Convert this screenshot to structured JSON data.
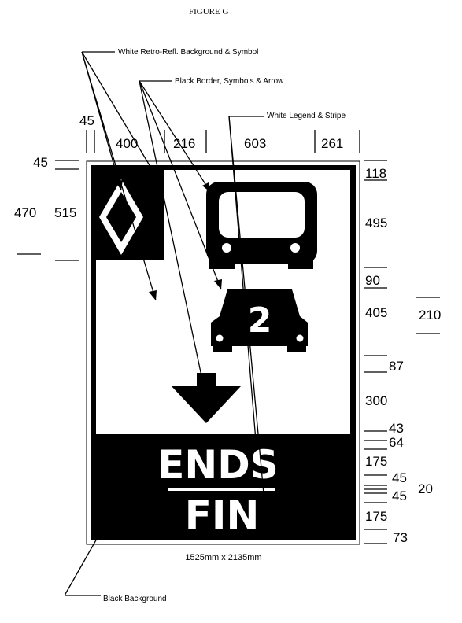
{
  "figure_title": "FIGURE G",
  "callouts": {
    "white_background": "White Retro-Refl. Background & Symbol",
    "black_border": "Black Border, Symbols & Arrow",
    "white_legend": "White Legend & Stripe",
    "black_background": "Black Background"
  },
  "dimensions_top": [
    "45",
    "400",
    "216",
    "603",
    "261"
  ],
  "dimensions_left": [
    "45",
    "470",
    "515"
  ],
  "dimensions_right": [
    "118",
    "495",
    "90",
    "405",
    "210",
    "87",
    "300",
    "43",
    "64",
    "175",
    "45",
    "20",
    "45",
    "175",
    "73"
  ],
  "sign": {
    "legend_line1": "ENDS",
    "legend_line2": "FIN",
    "occupancy_number": "2"
  },
  "sign_size": "1525mm x 2135mm",
  "colors": {
    "black": "#000000",
    "white": "#ffffff"
  }
}
